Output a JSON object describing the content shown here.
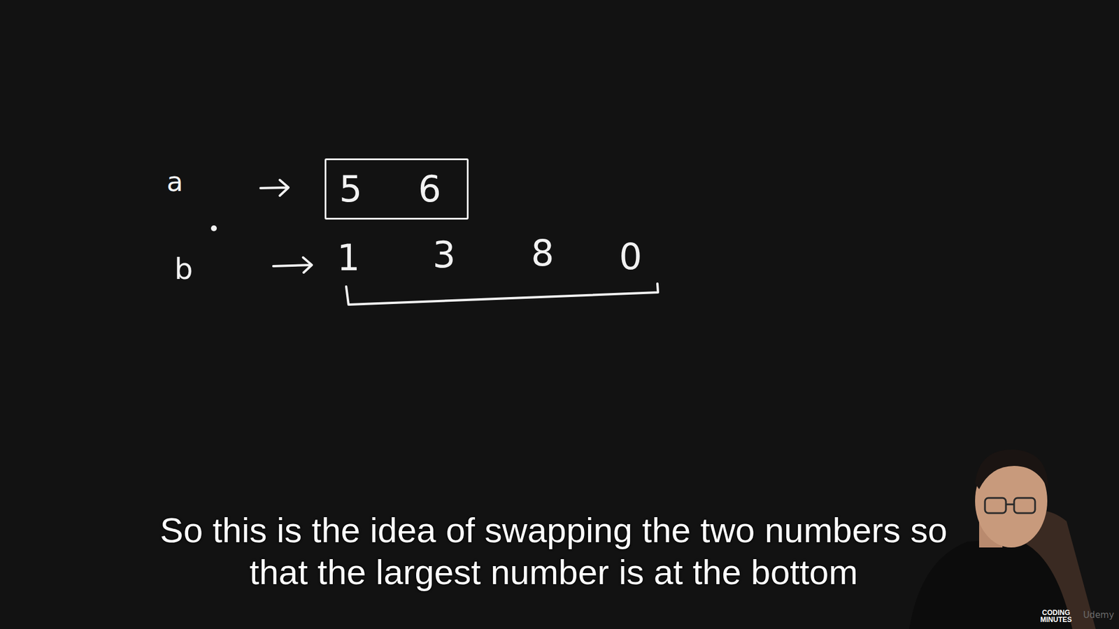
{
  "diagram": {
    "caption": "So this is the idea of swapping the two numbers so that the largest number is at the bottom",
    "nodes": [
      {
        "text": [
          "5",
          "6"
        ]
      }
    ],
    "labels": [
      "a",
      "b",
      "1",
      "3",
      "8",
      "0",
      "CODING MINUTES",
      "Udemy"
    ]
  }
}
